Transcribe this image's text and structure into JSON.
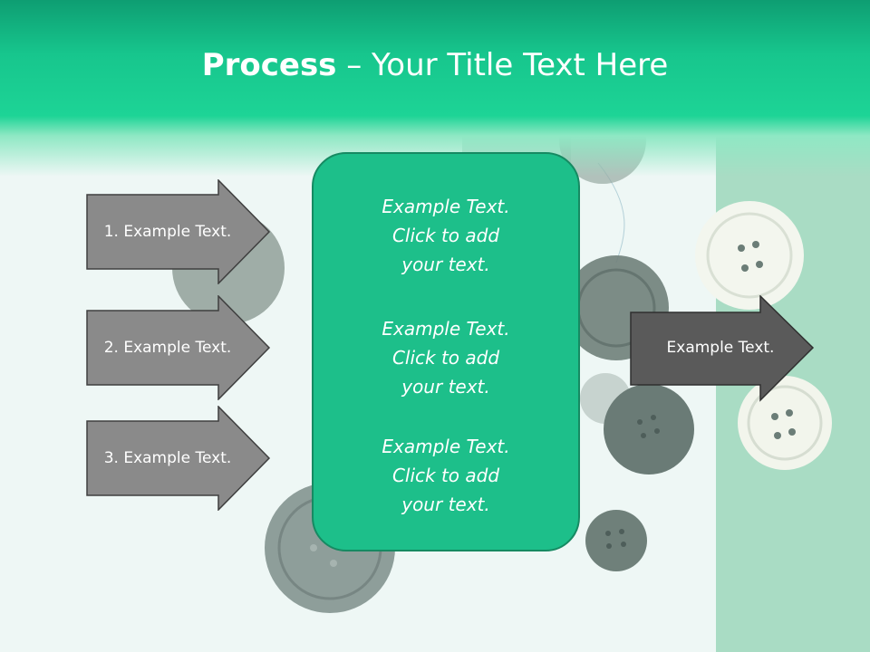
{
  "slide": {
    "title_bold": "Process",
    "title_rest": " – Your Title Text Here"
  },
  "inputs": [
    {
      "label": "1. Example Text."
    },
    {
      "label": "2. Example Text."
    },
    {
      "label": "3. Example Text."
    }
  ],
  "center": {
    "blocks": [
      {
        "lines": [
          "Example Text.",
          "Click  to add",
          "your text."
        ]
      },
      {
        "lines": [
          "Example Text.",
          "Click  to add",
          "your text."
        ]
      },
      {
        "lines": [
          "Example Text.",
          "Click  to add",
          "your text."
        ]
      }
    ]
  },
  "output": {
    "label": "Example Text."
  },
  "colors": {
    "header_green": "#17c68d",
    "center_box": "#1dbf8a",
    "input_arrow": "#8a8a8a",
    "output_arrow": "#5a5a5a"
  }
}
